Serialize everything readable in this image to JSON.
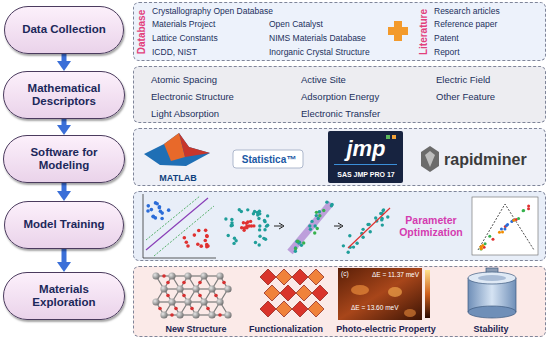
{
  "diagram": {
    "nodes": [
      {
        "text": [
          "Data Collection"
        ]
      },
      {
        "text": [
          "Database",
          "Crystallography Open Database",
          "Materials Project",
          "Lattice Constants",
          "ICDD, NIST",
          "Open Catalyst",
          "NIMS Materials Database",
          "Inorganic Crystal Structure",
          "Literature",
          "Research articles",
          "Reference paper",
          "Patent",
          "Report"
        ]
      },
      {
        "text": [
          "Mathematical Descriptors"
        ]
      },
      {
        "text": [
          "Atomic Spacing",
          "Active Site",
          "Electric Field",
          "Electronic Structure",
          "Adsorption Energy",
          "Other Feature",
          "Light Absorption",
          "Electronic Transfer"
        ]
      },
      {
        "text": [
          "Software for Modeling"
        ]
      },
      {
        "text": [
          "MATLAB",
          "Statistica™",
          "jmp",
          "SAS JMP PRO 17",
          "rapidminer"
        ]
      },
      {
        "text": [
          "Model Training"
        ]
      },
      {
        "text": [
          "Parameter Optimization"
        ]
      },
      {
        "text": [
          "Materials Exploration"
        ]
      },
      {
        "text": [
          "New Structure",
          "Functionalization",
          "Photo-electric Property",
          "Stability"
        ]
      }
    ],
    "edges": [
      {
        "from": 0,
        "to": 2,
        "arrow": "to"
      },
      {
        "from": 2,
        "to": 4,
        "arrow": "to"
      },
      {
        "from": 4,
        "to": 6,
        "arrow": "to"
      },
      {
        "from": 6,
        "to": 8,
        "arrow": "to"
      }
    ],
    "labels": [
      "(c)",
      "ΔE = 11.37 meV",
      "ΔE = 13.60 meV"
    ]
  }
}
